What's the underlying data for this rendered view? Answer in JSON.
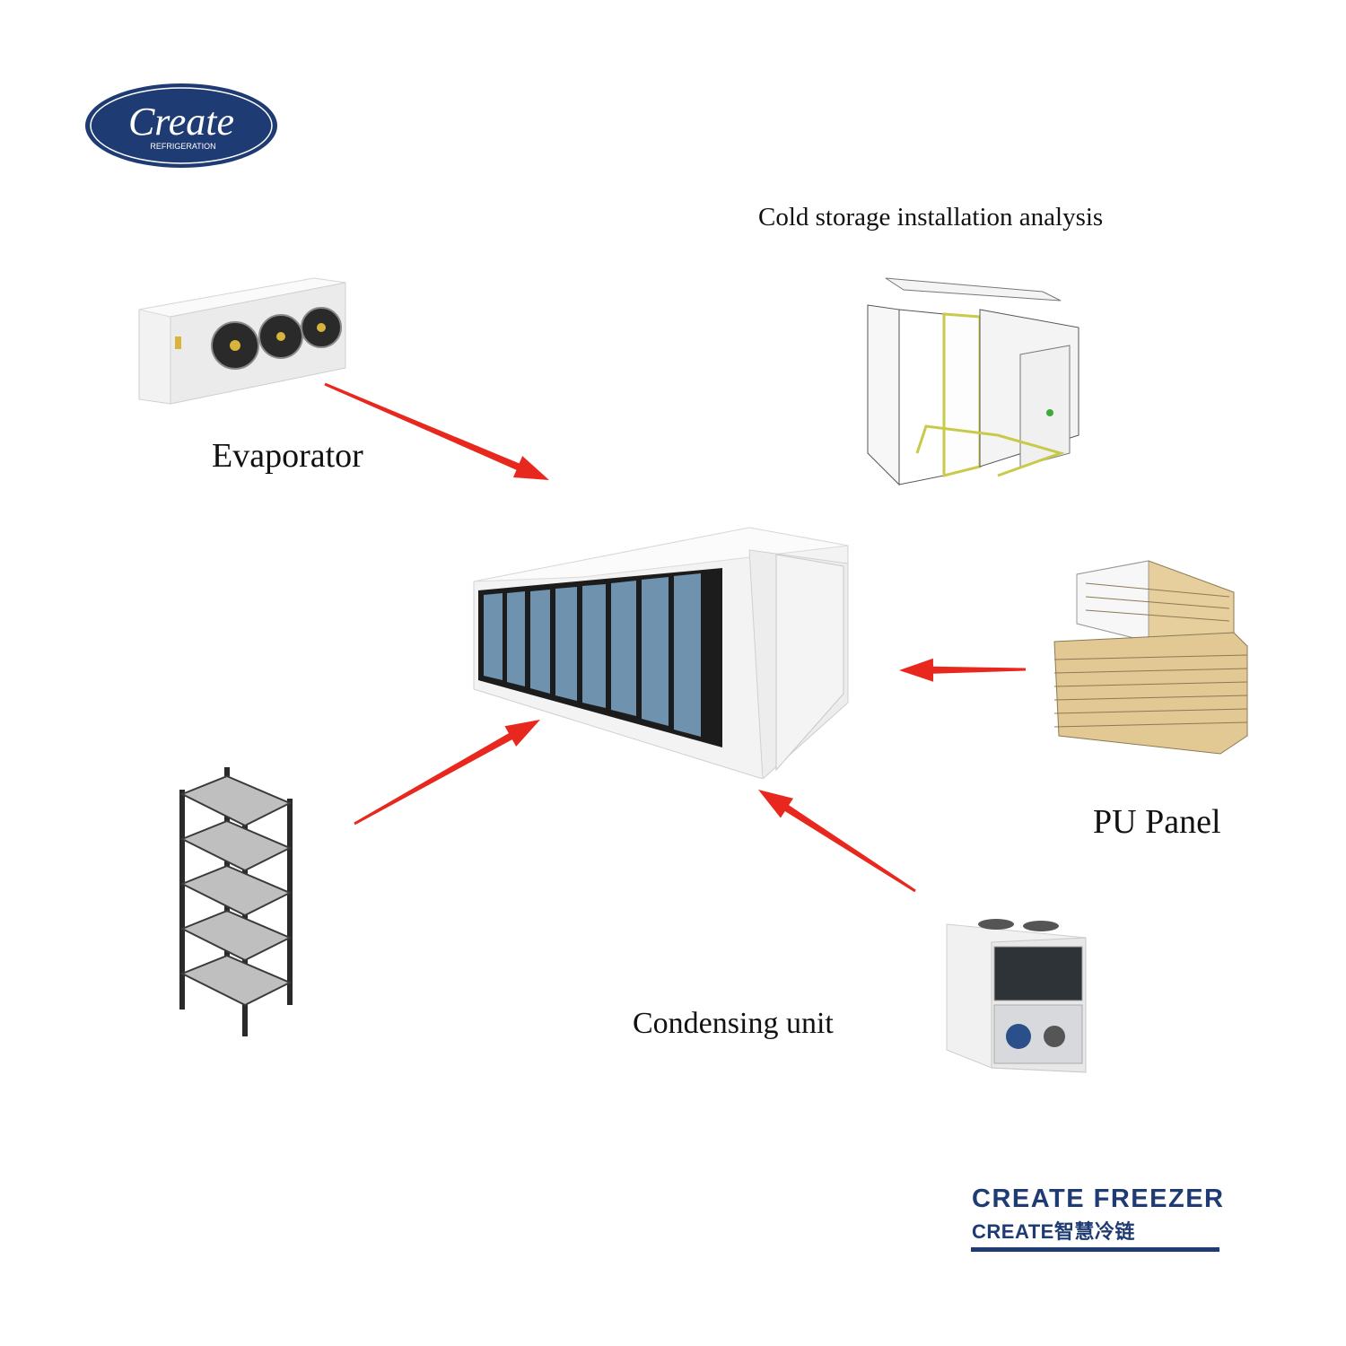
{
  "logo": {
    "name": "Create",
    "subtitle": "REFRIGERATION",
    "color": "#1f3b73"
  },
  "labels": {
    "installation": "Cold storage installation analysis",
    "evaporator": "Evaporator",
    "pu_panel": "PU Panel",
    "condensing": "Condensing unit"
  },
  "brand": {
    "line1": "CREATE FREEZER",
    "line2": "CREATE智慧冷链",
    "color": "#1f3b73"
  },
  "arrow_color": "#e8281e"
}
